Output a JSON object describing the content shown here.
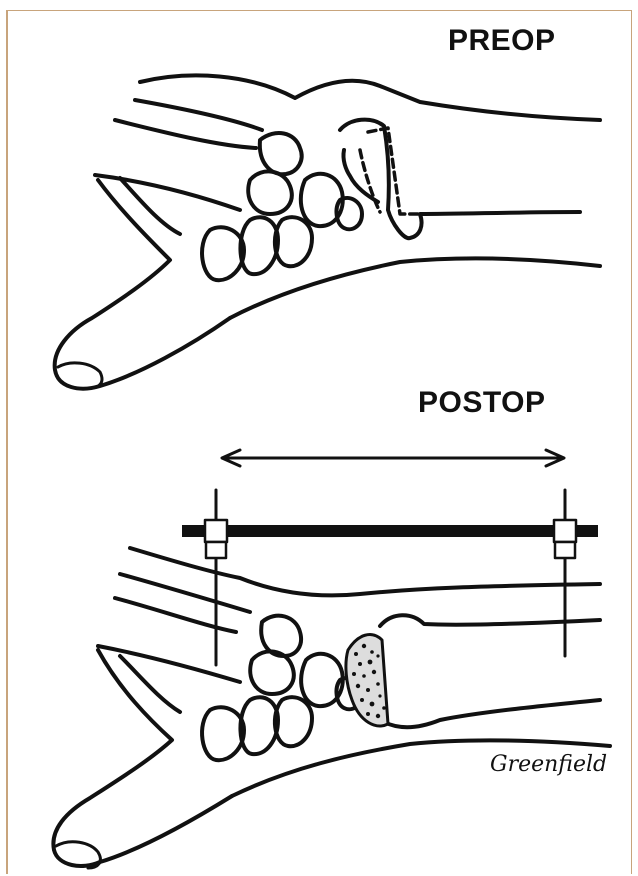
{
  "figure": {
    "top_label": "PREOP",
    "bottom_label": "POSTOP",
    "signature": "Greenfield"
  }
}
